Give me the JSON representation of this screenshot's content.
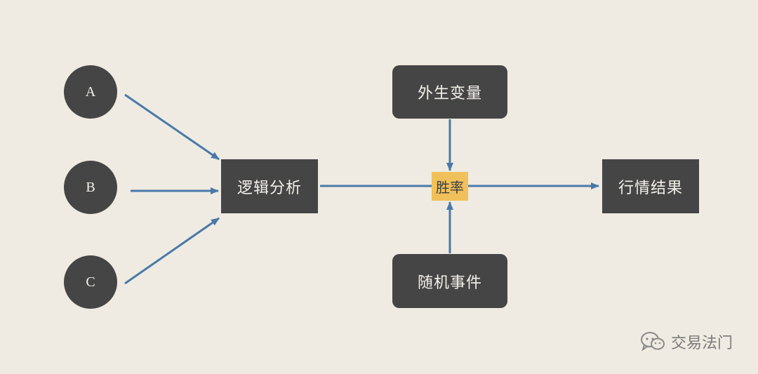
{
  "nodes": {
    "a": "A",
    "b": "B",
    "c": "C",
    "logic": "逻辑分析",
    "exogenous": "外生变量",
    "win_rate": "胜率",
    "random": "随机事件",
    "result": "行情结果"
  },
  "watermark": {
    "text": "交易法门",
    "icon": "wechat-icon"
  },
  "colors": {
    "background": "#efebe2",
    "node": "#454545",
    "node_text": "#f4f1ea",
    "highlight": "#f0c05a",
    "arrow": "#4a79a8"
  }
}
